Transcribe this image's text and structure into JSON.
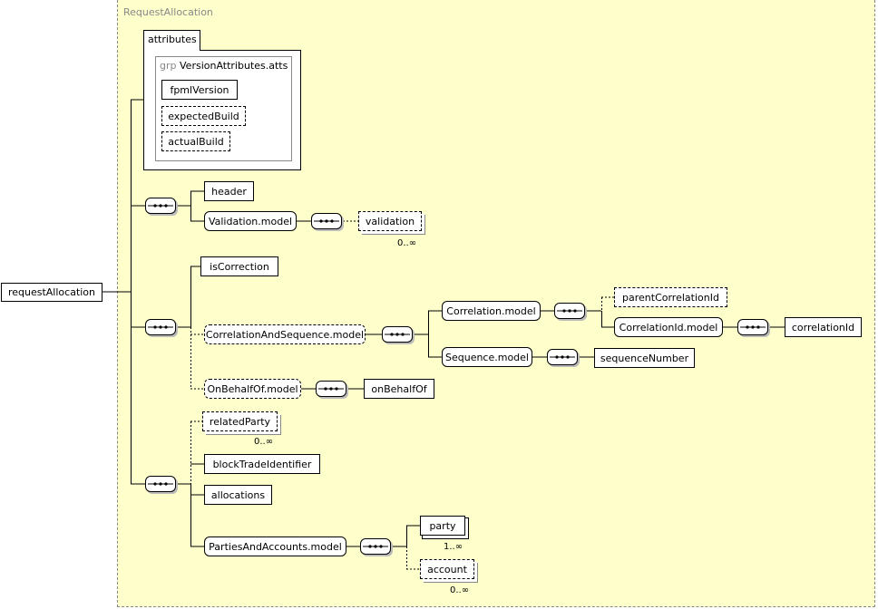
{
  "container_title": "RequestAllocation",
  "attributes": {
    "title": "attributes",
    "group_prefix": "grp",
    "group_name": "VersionAttributes.atts",
    "items": [
      "fpmlVersion",
      "expectedBuild",
      "actualBuild"
    ]
  },
  "root": "requestAllocation",
  "nodes": {
    "header": "header",
    "validation_model": "Validation.model",
    "validation": "validation",
    "isCorrection": "isCorrection",
    "correlation_and_sequence_model": "CorrelationAndSequence.model",
    "correlation_model": "Correlation.model",
    "parent_correlation_id": "parentCorrelationId",
    "correlation_id_model": "CorrelationId.model",
    "correlation_id": "correlationId",
    "sequence_model": "Sequence.model",
    "sequence_number": "sequenceNumber",
    "on_behalf_of_model": "OnBehalfOf.model",
    "on_behalf_of": "onBehalfOf",
    "related_party": "relatedParty",
    "block_trade_identifier": "blockTradeIdentifier",
    "allocations": "allocations",
    "parties_and_accounts_model": "PartiesAndAccounts.model",
    "party": "party",
    "account": "account"
  },
  "cardinality": {
    "validation": "0..∞",
    "related_party": "0..∞",
    "party": "1..∞",
    "account": "0..∞"
  },
  "colors": {
    "container_bg": "#ffffcc",
    "container_border": "#888888",
    "title_text": "#888888"
  }
}
